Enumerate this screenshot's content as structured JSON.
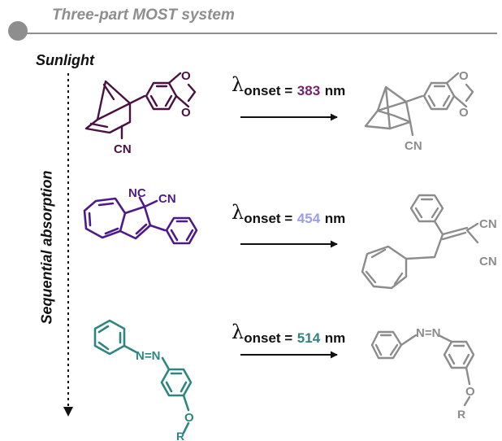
{
  "header": {
    "title": "Three-part MOST system"
  },
  "axis": {
    "top_label": "Sunlight",
    "side_label": "Sequential absorption"
  },
  "lambda_symbol": "λ",
  "lambda_subscript": "onset =",
  "unit": "nm",
  "rows": [
    {
      "onset": "383",
      "onset_color": "#7a1f6f",
      "reactant_color": "#4a1040",
      "product_color": "#8c8c8c",
      "labels": {
        "r_cn": "CN",
        "p_cn": "CN",
        "o_top": "O",
        "o_bot": "O",
        "p_o_top": "O",
        "p_o_bot": "O"
      }
    },
    {
      "onset": "454",
      "onset_color": "#9c9cf0",
      "reactant_color": "#4e1a8a",
      "product_color": "#8c8c8c",
      "labels": {
        "r_nc": "NC",
        "r_cn": "CN",
        "p_cn1": "CN",
        "p_cn2": "CN"
      }
    },
    {
      "onset": "514",
      "onset_color": "#2f8580",
      "reactant_color": "#2f8580",
      "product_color": "#8c8c8c",
      "labels": {
        "r_azo": "N=N",
        "r_o": "O",
        "r_r": "R",
        "p_azo": "N=N",
        "p_o": "O",
        "p_r": "R"
      }
    }
  ],
  "colors": {
    "header_rule": "#8e8e8e",
    "arrow": "#111111"
  }
}
